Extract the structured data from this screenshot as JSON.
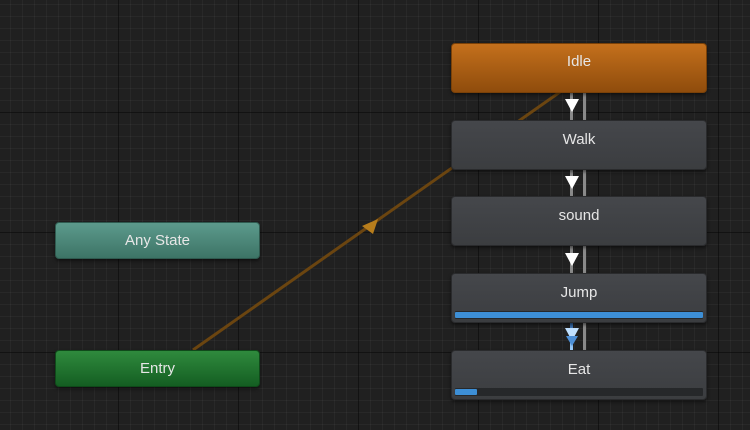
{
  "animator": {
    "states": {
      "idle": {
        "label": "Idle",
        "default": true,
        "color": "#b8651a"
      },
      "walk": {
        "label": "Walk"
      },
      "sound": {
        "label": "sound"
      },
      "jump": {
        "label": "Jump",
        "progress": 1.0
      },
      "eat": {
        "label": "Eat",
        "progress": 0.09
      }
    },
    "special_states": {
      "any_state": {
        "label": "Any State",
        "color": "#4f8a7c"
      },
      "entry": {
        "label": "Entry",
        "color": "#1f7a2e"
      }
    },
    "transitions": [
      {
        "from": "Entry",
        "to": "Idle",
        "color": "#7a4f12"
      },
      {
        "from": "Idle",
        "to": "Walk",
        "color": "#ffffff"
      },
      {
        "from": "Walk",
        "to": "sound",
        "color": "#ffffff"
      },
      {
        "from": "sound",
        "to": "Jump",
        "color": "#ffffff"
      },
      {
        "from": "Jump",
        "to": "Eat",
        "color": "#5fa8ee",
        "active": true
      }
    ]
  }
}
